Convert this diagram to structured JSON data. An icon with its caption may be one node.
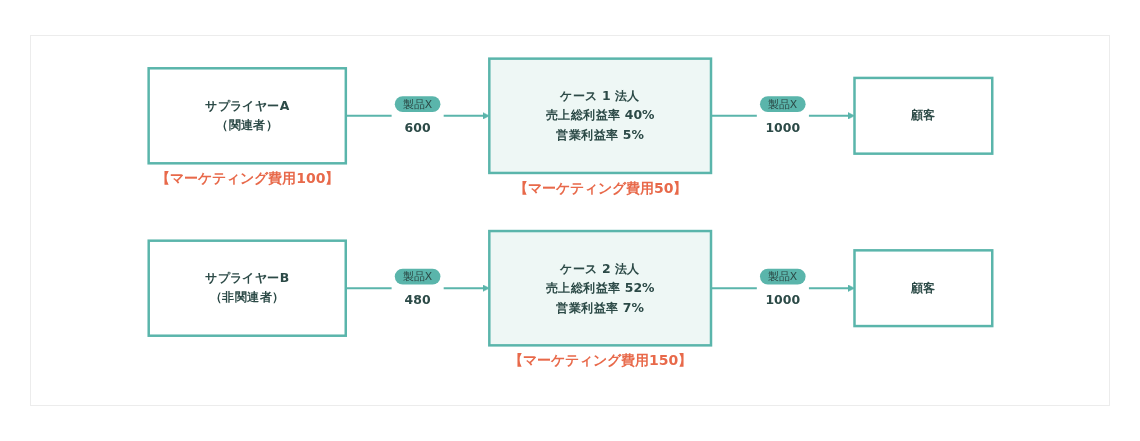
{
  "diagram": {
    "nodes": [
      {
        "text": [
          "サプライヤーA",
          "（関連者）"
        ],
        "beside": [
          "【マーケティング費用100】"
        ]
      },
      {
        "text": [
          "ケース 1 法人",
          "売上総利益率 40%",
          "営業利益率 5%"
        ],
        "beside": [
          "【マーケティング費用50】"
        ]
      },
      {
        "text": [
          "顧客"
        ]
      },
      {
        "text": [
          "サプライヤーB",
          "（非関連者）"
        ]
      },
      {
        "text": [
          "ケース 2 法人",
          "売上総利益率 52%",
          "営業利益率 7%"
        ],
        "beside": [
          "【マーケティング費用150】"
        ]
      },
      {
        "text": [
          "顧客"
        ]
      }
    ],
    "edges": [
      {
        "from": 0,
        "to": 1,
        "arrow": "to",
        "label": "製品X 600"
      },
      {
        "from": 1,
        "to": 2,
        "arrow": "to",
        "label": "製品X 1000"
      },
      {
        "from": 3,
        "to": 4,
        "arrow": "to",
        "label": "製品X 480"
      },
      {
        "from": 4,
        "to": 5,
        "arrow": "to",
        "label": "製品X 1000"
      }
    ]
  }
}
